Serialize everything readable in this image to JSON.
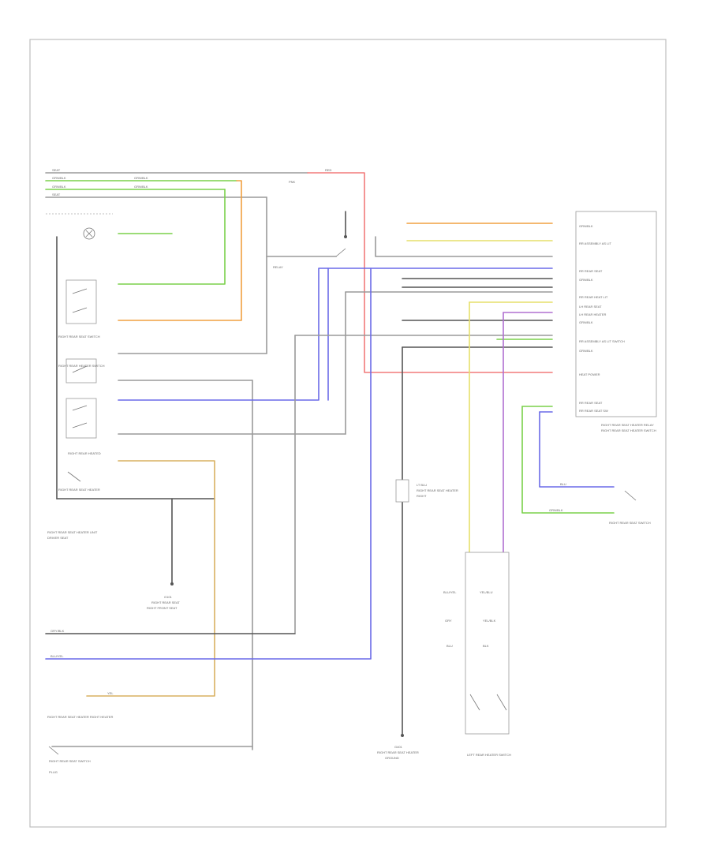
{
  "diagram": {
    "footer_code": "",
    "labels": {
      "top_left_wire_1": "SEAT",
      "top_left_wire_2": "GRN/BLK",
      "top_left_wire_3": "GRN/BLK",
      "top_left_wire_4": "SEAT",
      "top_mid_1": "GRN/BLK",
      "top_mid_2": "GRN/BLK",
      "top_right_wire": "RED",
      "top_right_lbl": "PNK",
      "relay_lbl": "RELAY",
      "left_module": "RIGHT REAR SEAT HEATER UNIT",
      "mod_sub": "DRIVER SEAT",
      "switch_1": "RIGHT REAR SEAT SWITCH",
      "switch_2": "RIGHT REAR HEATER SWITCH",
      "switch_3": "RIGHT REAR HEATED",
      "left_lbl_a": "RIGHT REAR SEAT HEATER",
      "gnd_lbl_1": "G101",
      "gnd_lbl_1b": "RIGHT REAR SEAT",
      "gnd_lbl_1c": "RIGHT FRONT SEAT",
      "bottom_left_1": "RIGHT REAR SEAT HEATER RIGHT HEATER",
      "bottom_left_2": "RIGHT REAR SEAT SWITCH",
      "bottom_left_3": "PLUG",
      "bottom_wire_1": "GRY/BLK",
      "bottom_wire_2": "BLU/YEL",
      "bottom_wire_3": "YEL",
      "right_module": "RIGHT REAR SEAT HEATER RELAY",
      "right_module_b": "RIGHT REAR SEAT HEATER SWITCH",
      "right_pin_1": "GRN/BLK",
      "right_pin_2": "RR ASSEMBLY AS LIT",
      "right_pin_3": "RR REAR SEAT",
      "right_pin_4": "GRN/BLK",
      "right_pin_5": "RR REAR HEAT LIT",
      "right_pin_6": "LH REAR SEAT",
      "right_pin_7": "LH REAR HEATER",
      "right_pin_8": "GRN/BLK",
      "right_pin_9": "RR ASSEMBLY AS LIT SWITCH",
      "right_pin_10": "GRN/BLK",
      "right_pin_11": "HEAT POWER",
      "right_pin_12": "RR REAR SEAT",
      "right_pin_13": "RR REAR SEAT SW",
      "lower_right_1": "RIGHT REAR SEAT SWITCH",
      "lower_right_2": "BLU",
      "lower_right_3": "GRN/BLK",
      "mid_heater": "LT BLU",
      "mid_heater_b": "RIGHT REAR SEAT HEATER",
      "mid_heater_c": "RIGHT",
      "bottom_mid_1": "G401",
      "bottom_mid_1b": "RIGHT REAR SEAT HEATER",
      "bottom_mid_1c": "GROUND",
      "bottom_mid_2": "LEFT REAR HEATER SWITCH",
      "bottom_mid_3": "BLU/YEL",
      "bottom_mid_4": "YEL/BLU",
      "bottom_mid_5": "GRY",
      "bottom_mid_6": "BLU",
      "bottom_mid_7": "YEL/BLK",
      "bottom_mid_8": "BLK"
    }
  }
}
